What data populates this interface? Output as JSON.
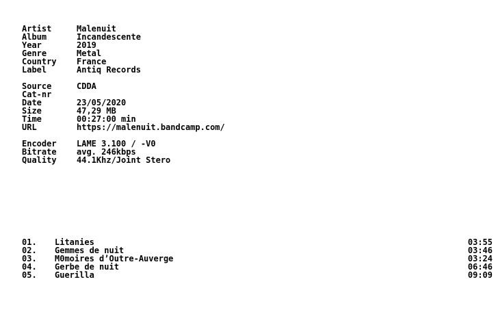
{
  "info": {
    "artist": {
      "label": "Artist",
      "value": "Malenuit"
    },
    "album": {
      "label": "Album",
      "value": "Incandescente"
    },
    "year": {
      "label": "Year",
      "value": "2019"
    },
    "genre": {
      "label": "Genre",
      "value": "Metal"
    },
    "country": {
      "label": "Country",
      "value": "France"
    },
    "record_label": {
      "label": "Label",
      "value": "Antiq Records"
    }
  },
  "source": {
    "source": {
      "label": "Source",
      "value": "CDDA"
    },
    "catnr": {
      "label": "Cat-nr",
      "value": ""
    },
    "date": {
      "label": "Date",
      "value": "23/05/2020"
    },
    "size": {
      "label": "Size",
      "value": "47,29 MB"
    },
    "time": {
      "label": "Time",
      "value": "00:27:00 min"
    },
    "url": {
      "label": "URL",
      "value": "https://malenuit.bandcamp.com/"
    }
  },
  "encoding": {
    "encoder": {
      "label": "Encoder",
      "value": "LAME 3.100 / -V0"
    },
    "bitrate": {
      "label": "Bitrate",
      "value": "avg. 246kbps"
    },
    "quality": {
      "label": "Quality",
      "value": "44.1Khz/Joint Stero"
    }
  },
  "tracks": [
    {
      "num": "01.",
      "title": "Litanies",
      "duration": "03:55"
    },
    {
      "num": "02.",
      "title": "Gemmes de nuit",
      "duration": "03:46"
    },
    {
      "num": "03.",
      "title": "M0moires d’Outre-Auverge",
      "duration": "03:24"
    },
    {
      "num": "04.",
      "title": "Gerbe de nuit",
      "duration": "06:46"
    },
    {
      "num": "05.",
      "title": "Guerilla",
      "duration": "09:09"
    }
  ]
}
